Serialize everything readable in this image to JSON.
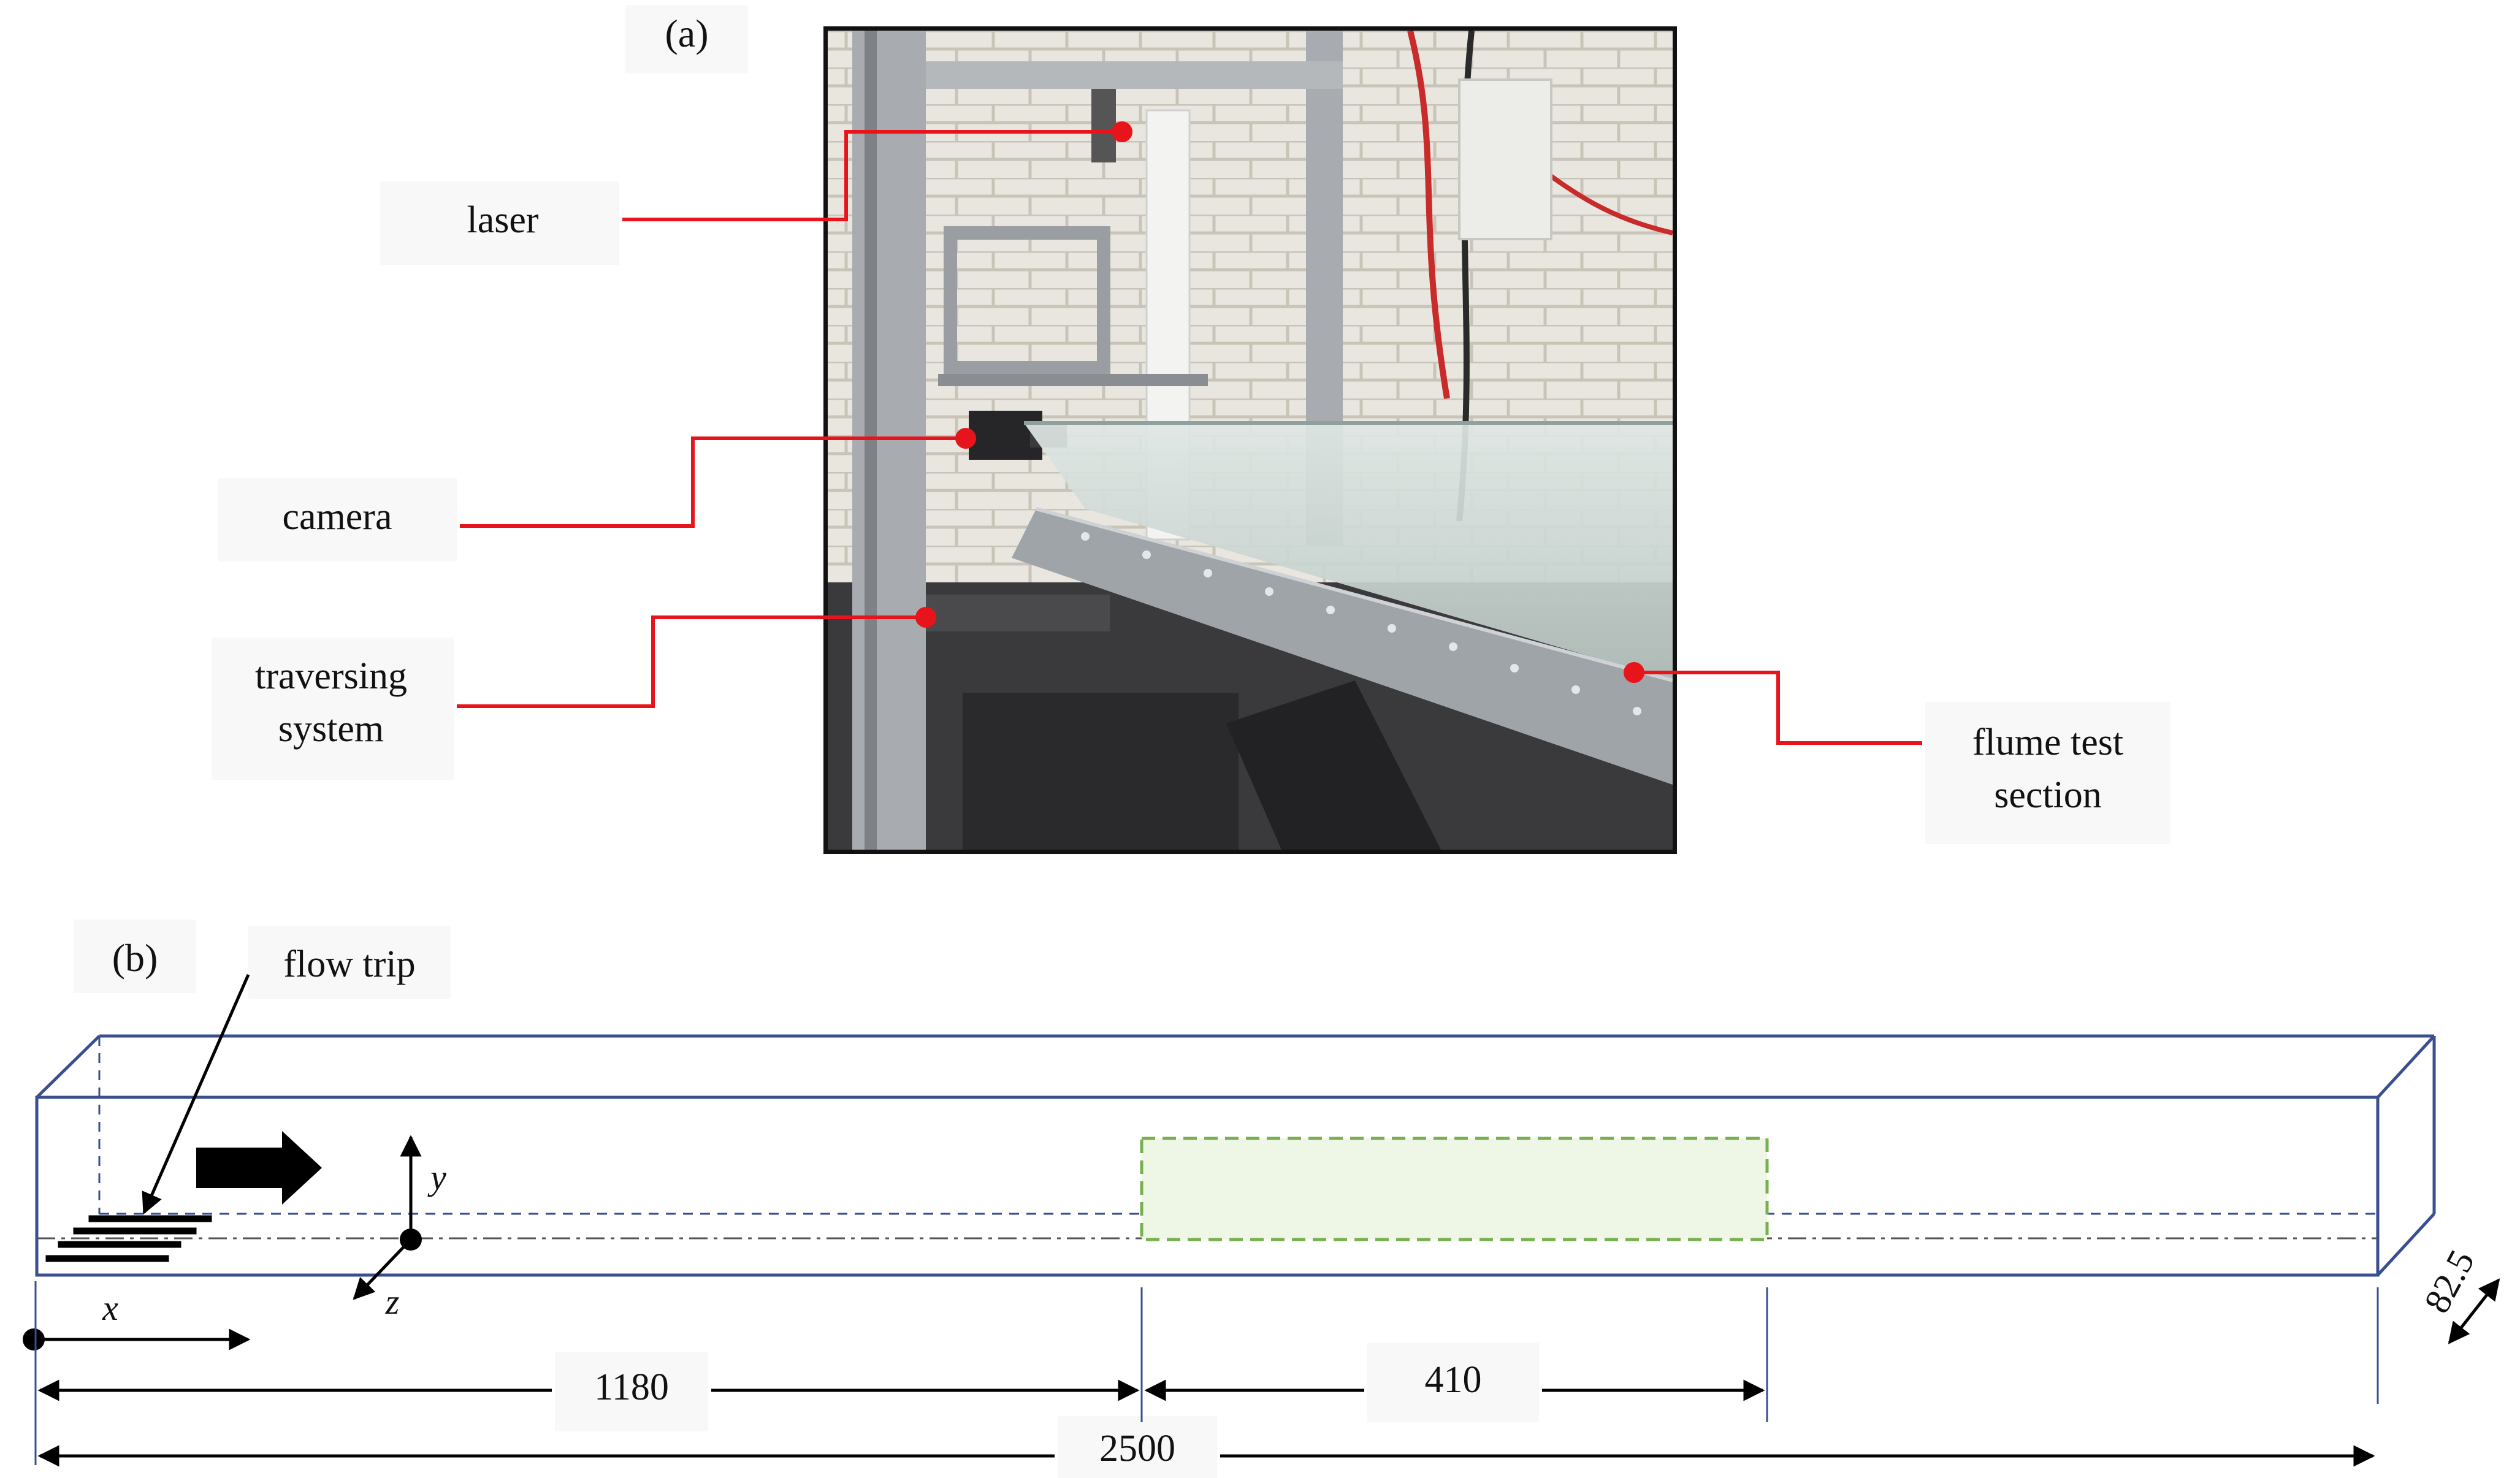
{
  "panel_a": {
    "label": "(a)",
    "callouts": {
      "laser": "laser",
      "camera": "camera",
      "traversing_line1": "traversing",
      "traversing_line2": "system",
      "flume_line1": "flume test",
      "flume_line2": "section"
    },
    "callout_color": "#e8141c"
  },
  "panel_b": {
    "label": "(b)",
    "flow_trip": "flow trip",
    "axis_x": "x",
    "axis_y": "y",
    "axis_z": "z",
    "dim_upstream": "1180",
    "dim_window": "410",
    "dim_total": "2500",
    "dim_depth": "82.5",
    "box_color": "#3a4f8f",
    "window_fill": "#eef6e6",
    "window_stroke": "#78b050"
  }
}
